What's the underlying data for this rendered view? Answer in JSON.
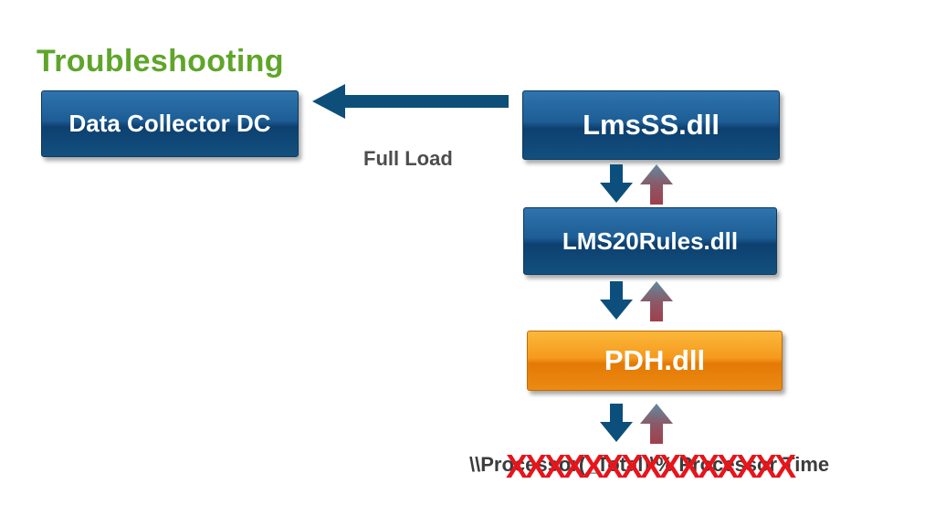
{
  "title": "Troubleshooting",
  "boxes": {
    "data_collector": "Data Collector DC",
    "lmsss": "LmsSS.dll",
    "lms20rules": "LMS20Rules.dll",
    "pdh": "PDH.dll"
  },
  "full_load_label": "Full Load",
  "counter_path": "\\\\Processor(_Total)\\% Processor Time",
  "strike_text": "XXXXXXXXXXXXXXX",
  "colors": {
    "title": "#5fa52a",
    "blue_box": "#1d5d95",
    "orange_box": "#f59a1e",
    "down_arrow": "#0d4f7c",
    "up_arrow": "#9a4b55",
    "strike": "#e8141b"
  }
}
